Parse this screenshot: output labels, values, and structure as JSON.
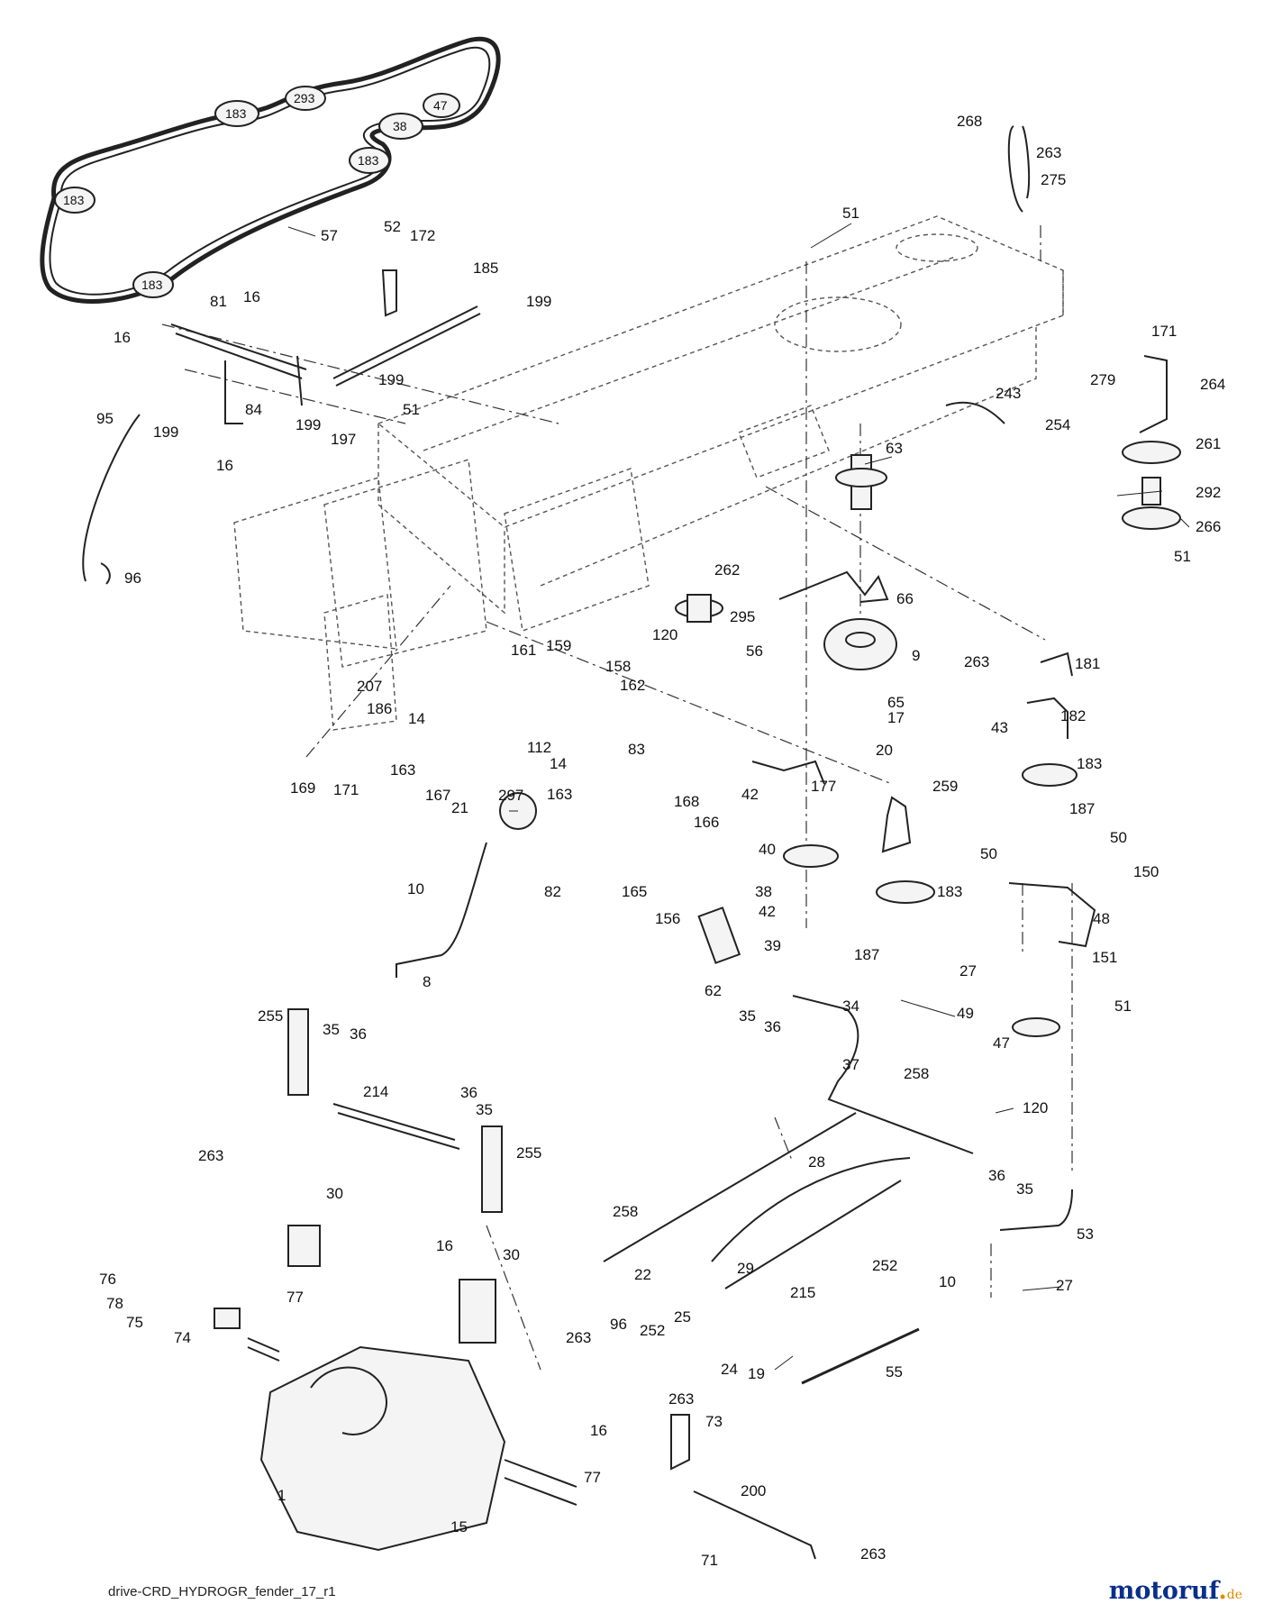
{
  "diagram": {
    "caption": "drive-CRD_HYDROGR_fender_17_r1",
    "belt_circle_labels": [
      "183",
      "293",
      "47",
      "38",
      "183",
      "183",
      "183"
    ],
    "callouts": [
      "57",
      "52",
      "172",
      "185",
      "199",
      "81",
      "16",
      "16",
      "199",
      "95",
      "199",
      "84",
      "199",
      "197",
      "51",
      "16",
      "96",
      "51",
      "268",
      "263",
      "275",
      "171",
      "279",
      "264",
      "243",
      "254",
      "261",
      "63",
      "292",
      "266",
      "51",
      "262",
      "66",
      "295",
      "120",
      "56",
      "9",
      "263",
      "181",
      "65",
      "17",
      "182",
      "43",
      "20",
      "183",
      "187",
      "207",
      "161",
      "159",
      "158",
      "162",
      "186",
      "14",
      "112",
      "14",
      "83",
      "169",
      "171",
      "163",
      "167",
      "297",
      "163",
      "177",
      "259",
      "42",
      "40",
      "38",
      "42",
      "183",
      "39",
      "187",
      "21",
      "168",
      "166",
      "82",
      "165",
      "156",
      "50",
      "50",
      "150",
      "48",
      "27",
      "151",
      "49",
      "51",
      "47",
      "120",
      "10",
      "8",
      "62",
      "35",
      "36",
      "34",
      "37",
      "255",
      "35",
      "36",
      "214",
      "36",
      "35",
      "255",
      "258",
      "263",
      "30",
      "28",
      "36",
      "35",
      "53",
      "258",
      "22",
      "29",
      "252",
      "10",
      "27",
      "215",
      "16",
      "30",
      "76",
      "78",
      "75",
      "77",
      "74",
      "263",
      "96",
      "252",
      "25",
      "24",
      "19",
      "55",
      "263",
      "73",
      "16",
      "1",
      "77",
      "15",
      "200",
      "71",
      "263"
    ]
  },
  "logo": {
    "brand_main": "motoruf",
    "brand_dot": ".",
    "brand_tld": "de"
  }
}
